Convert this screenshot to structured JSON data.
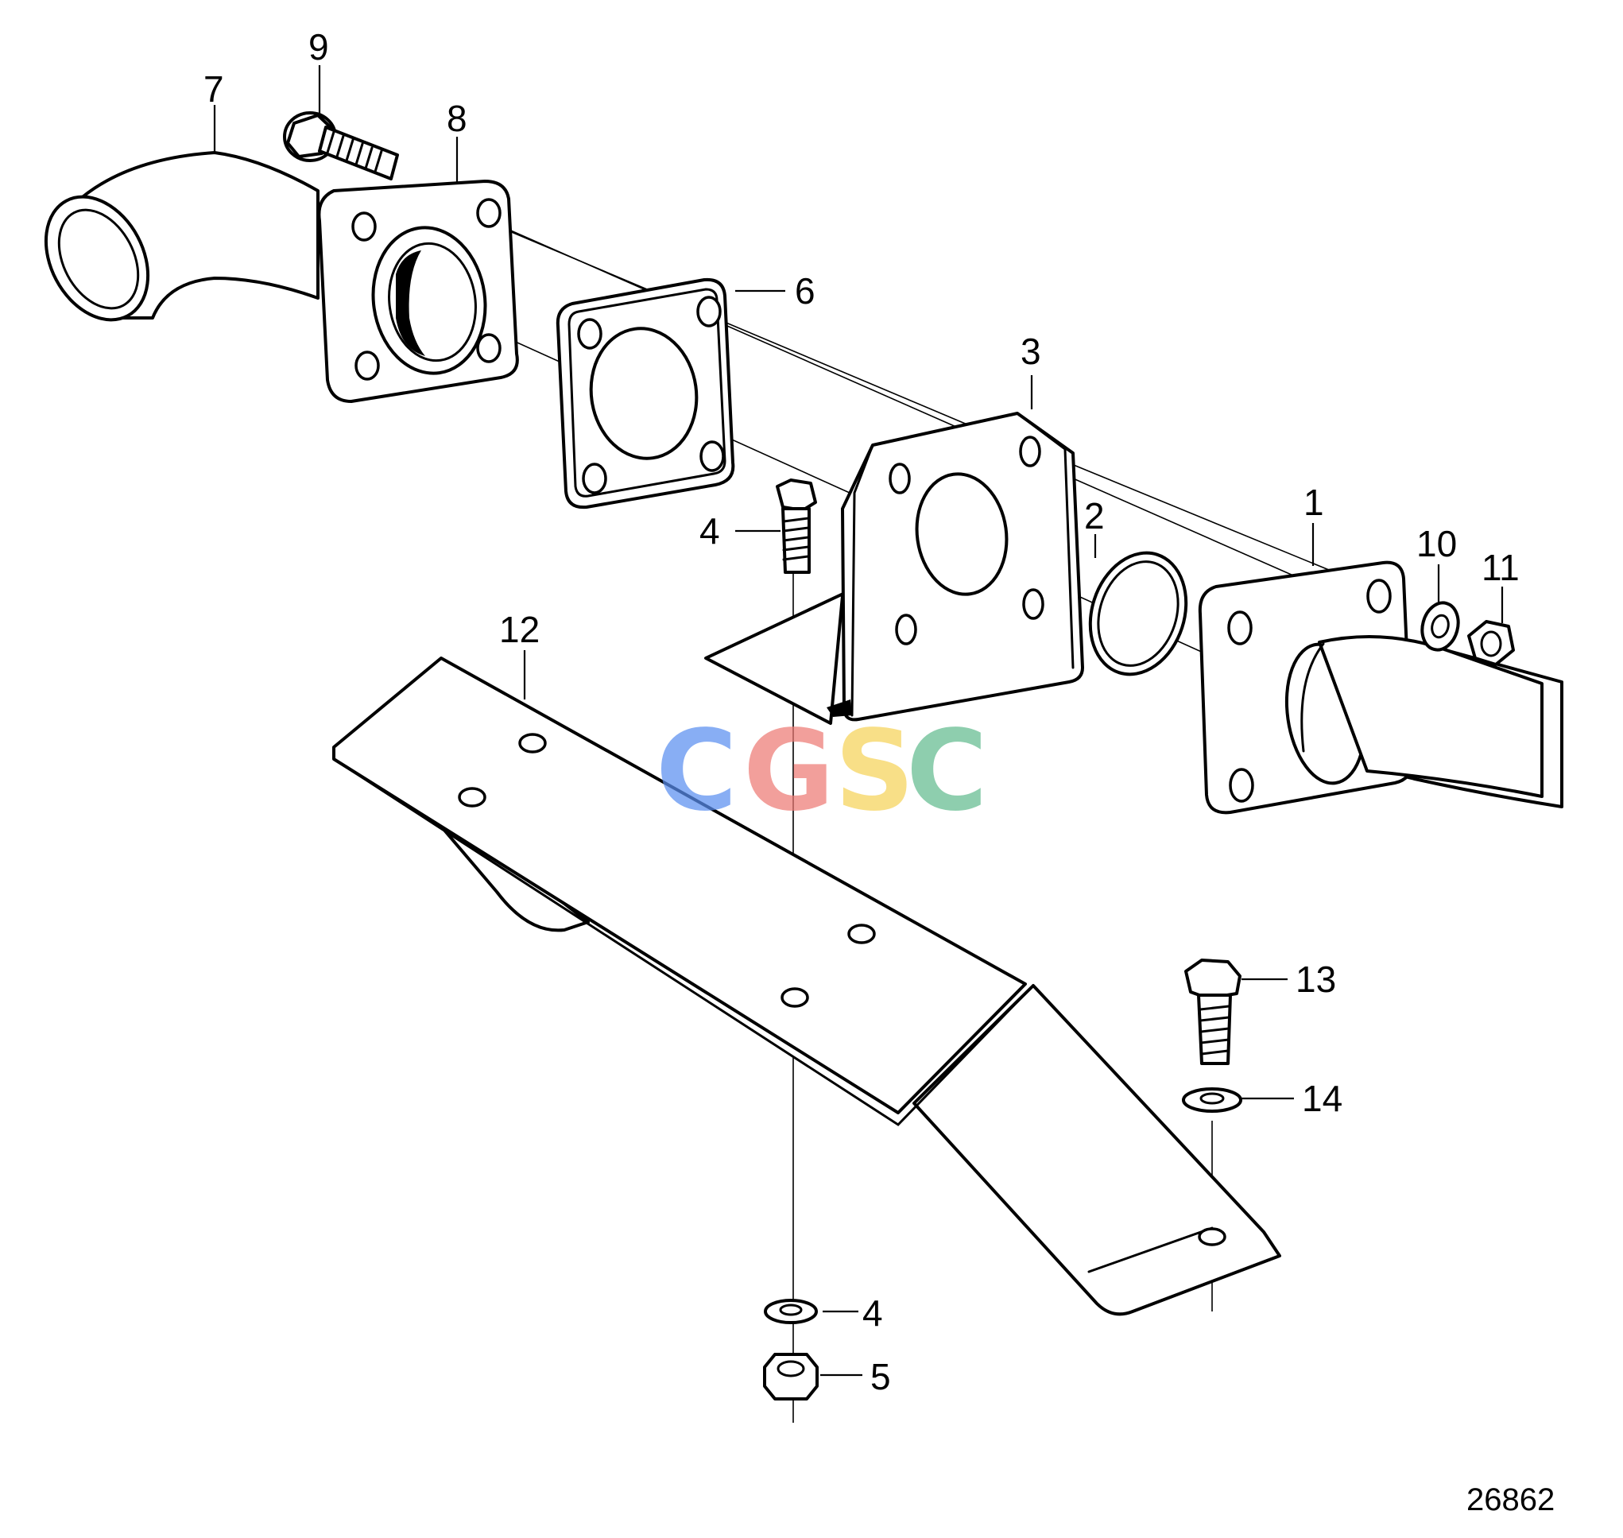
{
  "callouts": {
    "c1": "1",
    "c2": "2",
    "c3": "3",
    "c4a": "4",
    "c4b": "4",
    "c5": "5",
    "c6": "6",
    "c7": "7",
    "c8": "8",
    "c9": "9",
    "c10": "10",
    "c11": "11",
    "c12": "12",
    "c13": "13",
    "c14": "14"
  },
  "reference_number": "26862",
  "watermark": {
    "letters": [
      "C",
      "G",
      "S",
      "C"
    ],
    "colors": [
      "#5b8ff0",
      "#ee7b75",
      "#f6d35a",
      "#63bc8f"
    ]
  }
}
